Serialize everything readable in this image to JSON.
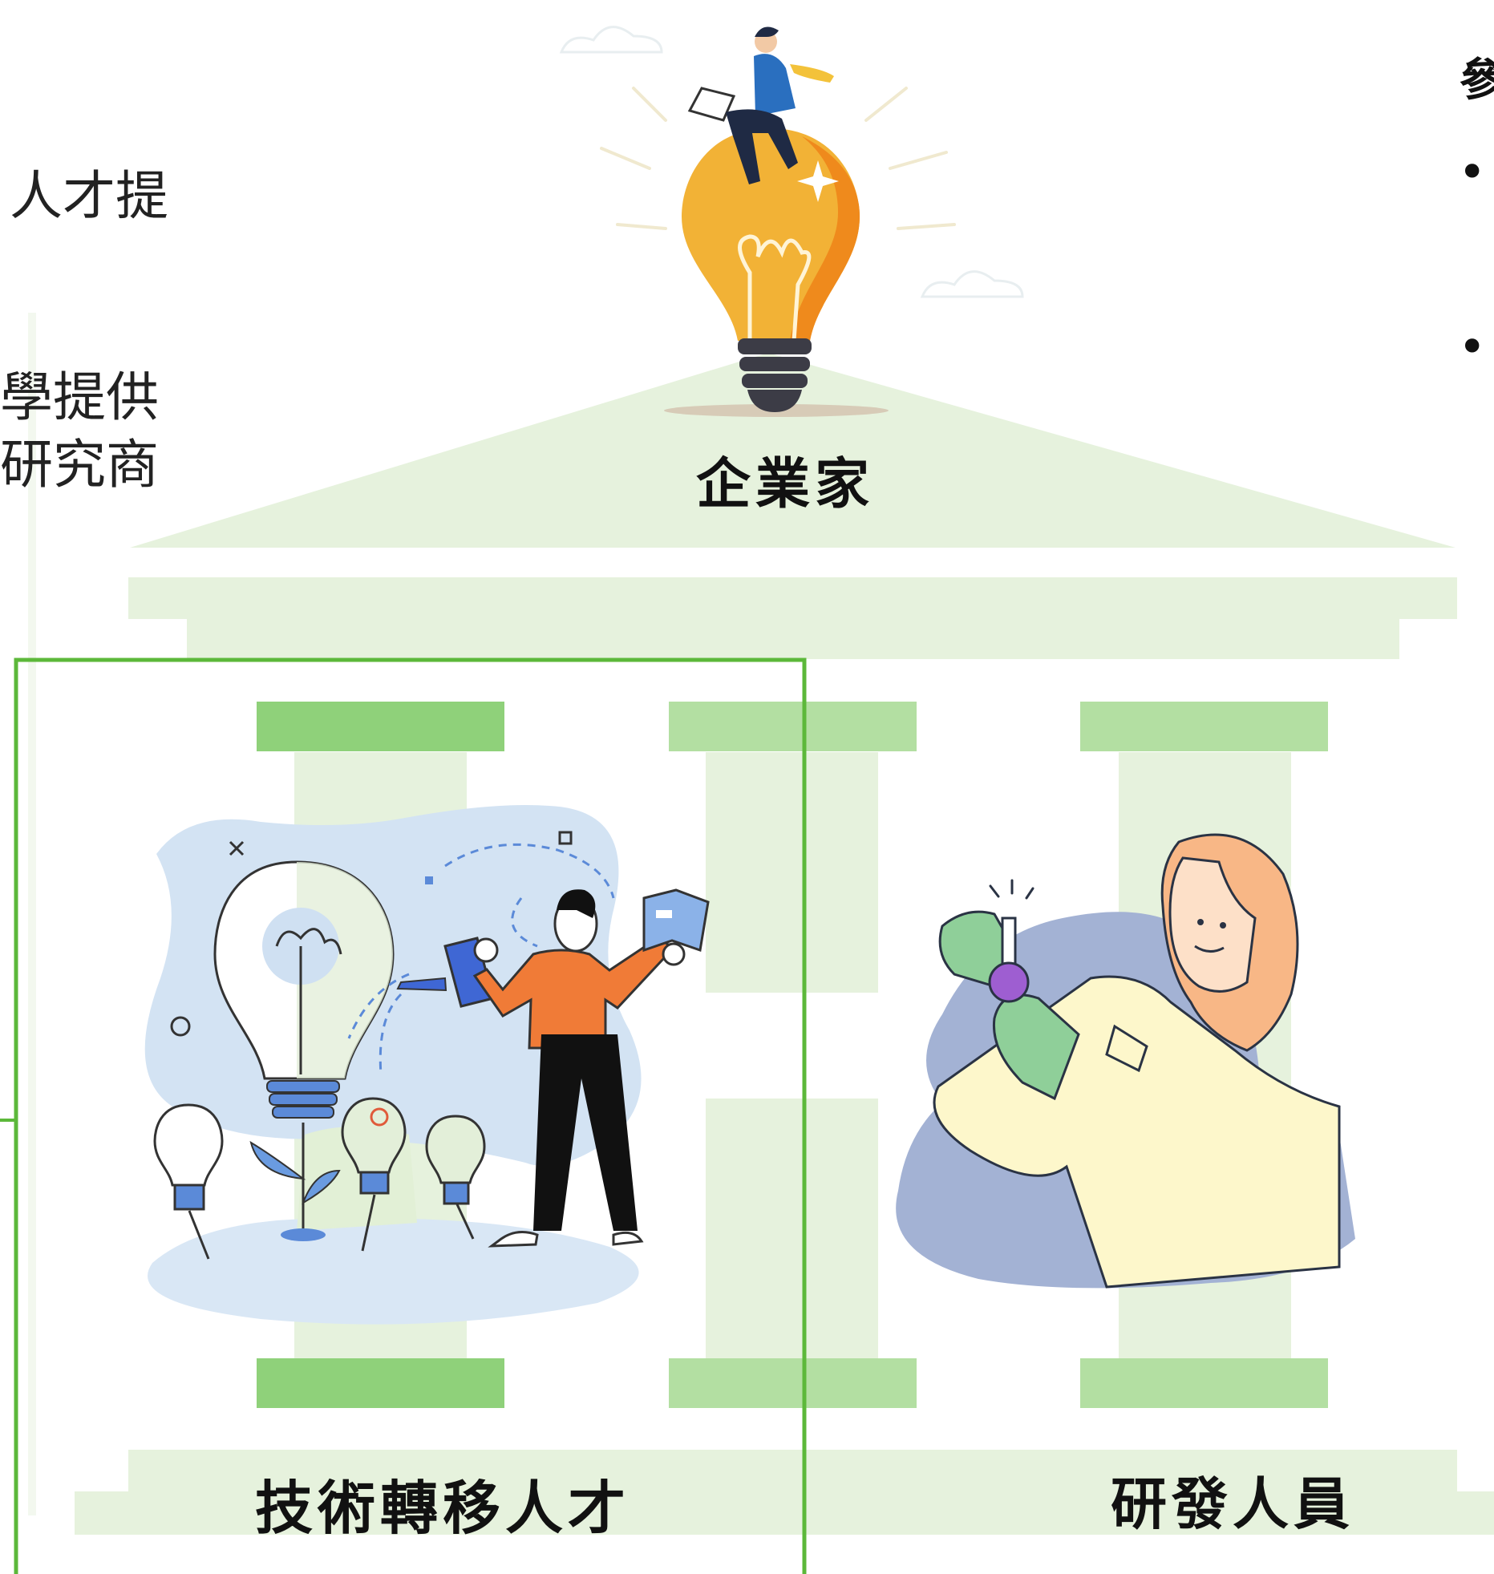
{
  "left_fragments": {
    "line1": "人才提",
    "line2": "學提供",
    "line3": "研究商"
  },
  "right_fragments": {
    "heading": "參",
    "bullet_1": "•",
    "bullet_2": "•"
  },
  "labels": {
    "roof": "企業家",
    "left_pillar": "技術轉移人才",
    "right_pillar": "研發人員"
  },
  "colors": {
    "temple_light": "#e6f2dd",
    "pillar_dark_green": "#8fd17a",
    "pillar_mid_green": "#b3dfa2",
    "highlight_border": "#5cb83a",
    "bulb_yellow": "#f2b236",
    "bulb_orange": "#ef8a1c",
    "scene_blue": "#d3e3f3",
    "scientist_purple": "#a3b2d4"
  },
  "icons": [
    "lightbulb-icon",
    "businessman-icon",
    "watering-can-icon",
    "book-icon",
    "flask-icon"
  ]
}
